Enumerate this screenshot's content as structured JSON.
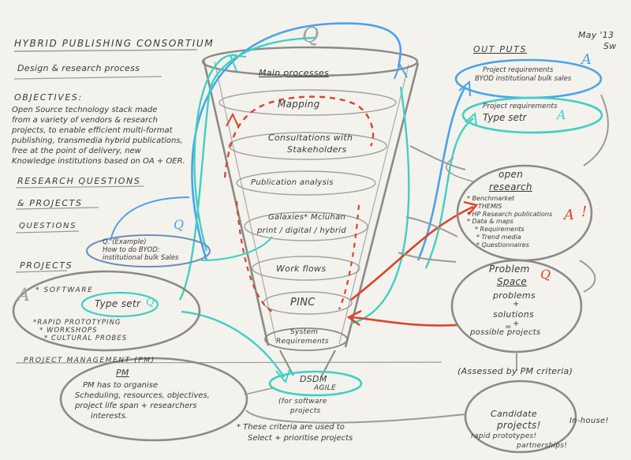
{
  "header": {
    "title": "HYBRID PUBLISHING CONSORTIUM",
    "subtitle": "Design & research process",
    "date": "May '13",
    "initials": "Sw"
  },
  "objectives": {
    "heading": "OBJECTIVES:",
    "lines": [
      "Open Source technology stack made",
      "from a variety of vendors & research",
      "projects, to enable efficient multi-format",
      "publishing, transmedia hybrid publications,",
      "free at the point of delivery, new",
      "Knowledge institutions based on OA + OER."
    ]
  },
  "research": {
    "heading_1": "RESEARCH QUESTIONS",
    "heading_2": "& PROJECTS",
    "questions_heading": "QUESTIONS",
    "question_example": [
      "Q. (Example)",
      "How to do BYOD:",
      "institutional bulk Sales"
    ]
  },
  "projects": {
    "heading": "PROJECTS",
    "software": "* SOFTWARE",
    "typesetr": "Type setr",
    "items": [
      "*RAPID PROTOTYPING",
      "* WORKSHOPS",
      "* CULTURAL PROBES"
    ]
  },
  "funnel": {
    "main_processes": "Main processes",
    "stages": [
      "Mapping",
      "Consultations with",
      "Stakeholders",
      "Publication analysis",
      "Galaxies* Mcluhan",
      "print / digital / hybrid",
      "Work flows",
      "PINC",
      "System",
      "Requirements"
    ]
  },
  "dsdm": {
    "label": "DSDM",
    "sub": "AGILE",
    "note_1": "(for software",
    "note_2": "projects"
  },
  "outputs": {
    "heading": "OUT PUTS",
    "box1": [
      "Project requirements",
      "BYOD institutional bulk sales"
    ],
    "box2": [
      "Project requirements",
      "Type setr"
    ]
  },
  "open_research": {
    "title_1": "open",
    "title_2": "research",
    "items": [
      "* Benchmarket",
      "THEMIS",
      "* HP Research publications",
      "* Data & maps",
      "* Requirements",
      "* Trend media",
      "* Questionnaires"
    ]
  },
  "problem_space": {
    "title_1": "Problem",
    "title_2": "Space",
    "lines": [
      "problems",
      "+",
      "solutions",
      "+",
      "possible projects"
    ],
    "eq": "="
  },
  "assessed": "(Assessed by PM criteria)",
  "candidate": {
    "lines": [
      "Candidate",
      "projects!"
    ],
    "in_house": "In-house!",
    "extra_1": "rapid prototypes!",
    "extra_2": "partnerships!"
  },
  "pm": {
    "heading": "PROJECT MANAGEMENT (PM)",
    "label": "PM",
    "lines": [
      "PM has to organise",
      "Scheduling, resources, objectives,",
      "project life span + researchers",
      "interests."
    ]
  },
  "criteria": {
    "lines": [
      "* These criteria are used to",
      "Select + prioritise projects"
    ]
  },
  "markers": {
    "A": "A",
    "Q": "Q",
    "excl": "!"
  },
  "colors": {
    "pencil": "#8e8e8e",
    "cyan": "#3fd0c4",
    "blue": "#4aa3ea",
    "red": "#d8452b",
    "ink": "#3a3a3a"
  }
}
